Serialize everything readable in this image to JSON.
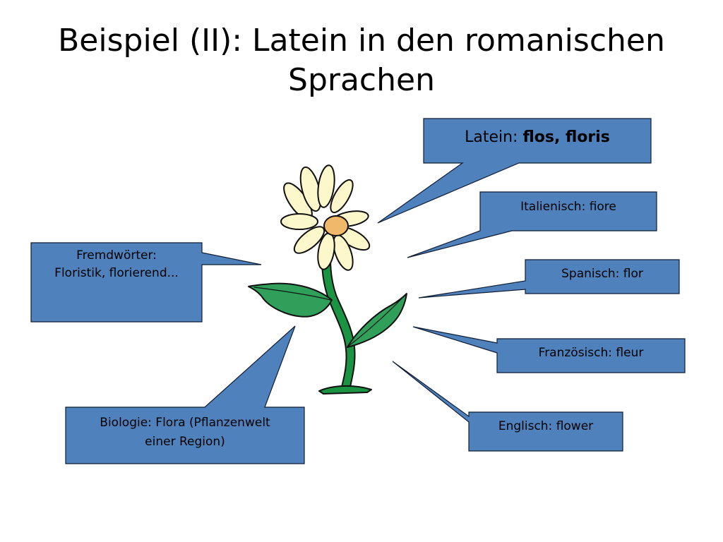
{
  "slide": {
    "title_line1": "Beispiel (II): Latein in den romanischen",
    "title_line2": "Sprachen"
  },
  "callouts": {
    "latin": {
      "prefix": "Latein: ",
      "word": "flos, floris"
    },
    "italian": "Italienisch: fiore",
    "spanish": "Spanisch: flor",
    "french": "Französisch: fleur",
    "english": "Englisch: flower",
    "loanwords": {
      "line1": "Fremdwörter:",
      "line2": "Floristik, florierend..."
    },
    "biology": {
      "line1": "Biologie: Flora (Pflanzenwelt",
      "line2": "einer Region)"
    }
  },
  "colors": {
    "callout_fill": "#4f81bd",
    "callout_stroke": "#0f1d33",
    "petal": "#fdf7cc",
    "flower_center": "#f0b86a",
    "stem": "#1a9442",
    "leaf": "#2f9f5a"
  },
  "illustration": {
    "icon": "daisy-flower-icon"
  }
}
